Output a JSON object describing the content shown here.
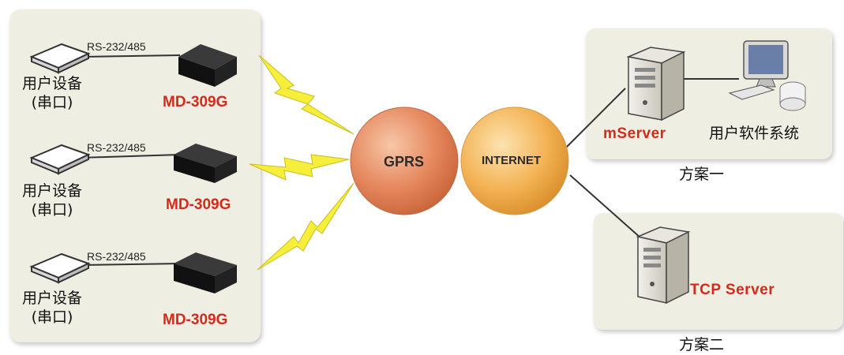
{
  "colors": {
    "panel_bg": "#efeee3",
    "model_red": "#d42a1a",
    "gprs_globe": "#e5865c",
    "internet_globe": "#f3b254",
    "lightning": "#f5ee3a"
  },
  "devices": [
    {
      "link_label": "RS-232/485",
      "user_device": "用户设备",
      "port": "(串口)",
      "model": "MD-309G"
    },
    {
      "link_label": "RS-232/485",
      "user_device": "用户设备",
      "port": "(串口)",
      "model": "MD-309G"
    },
    {
      "link_label": "RS-232/485",
      "user_device": "用户设备",
      "port": "(串口)",
      "model": "MD-309G"
    }
  ],
  "network": {
    "gprs": "GPRS",
    "internet": "INTERNET"
  },
  "scheme1": {
    "server": "mServer",
    "software": "用户软件系统",
    "caption": "方案一"
  },
  "scheme2": {
    "server": "TCP Server",
    "caption": "方案二"
  }
}
